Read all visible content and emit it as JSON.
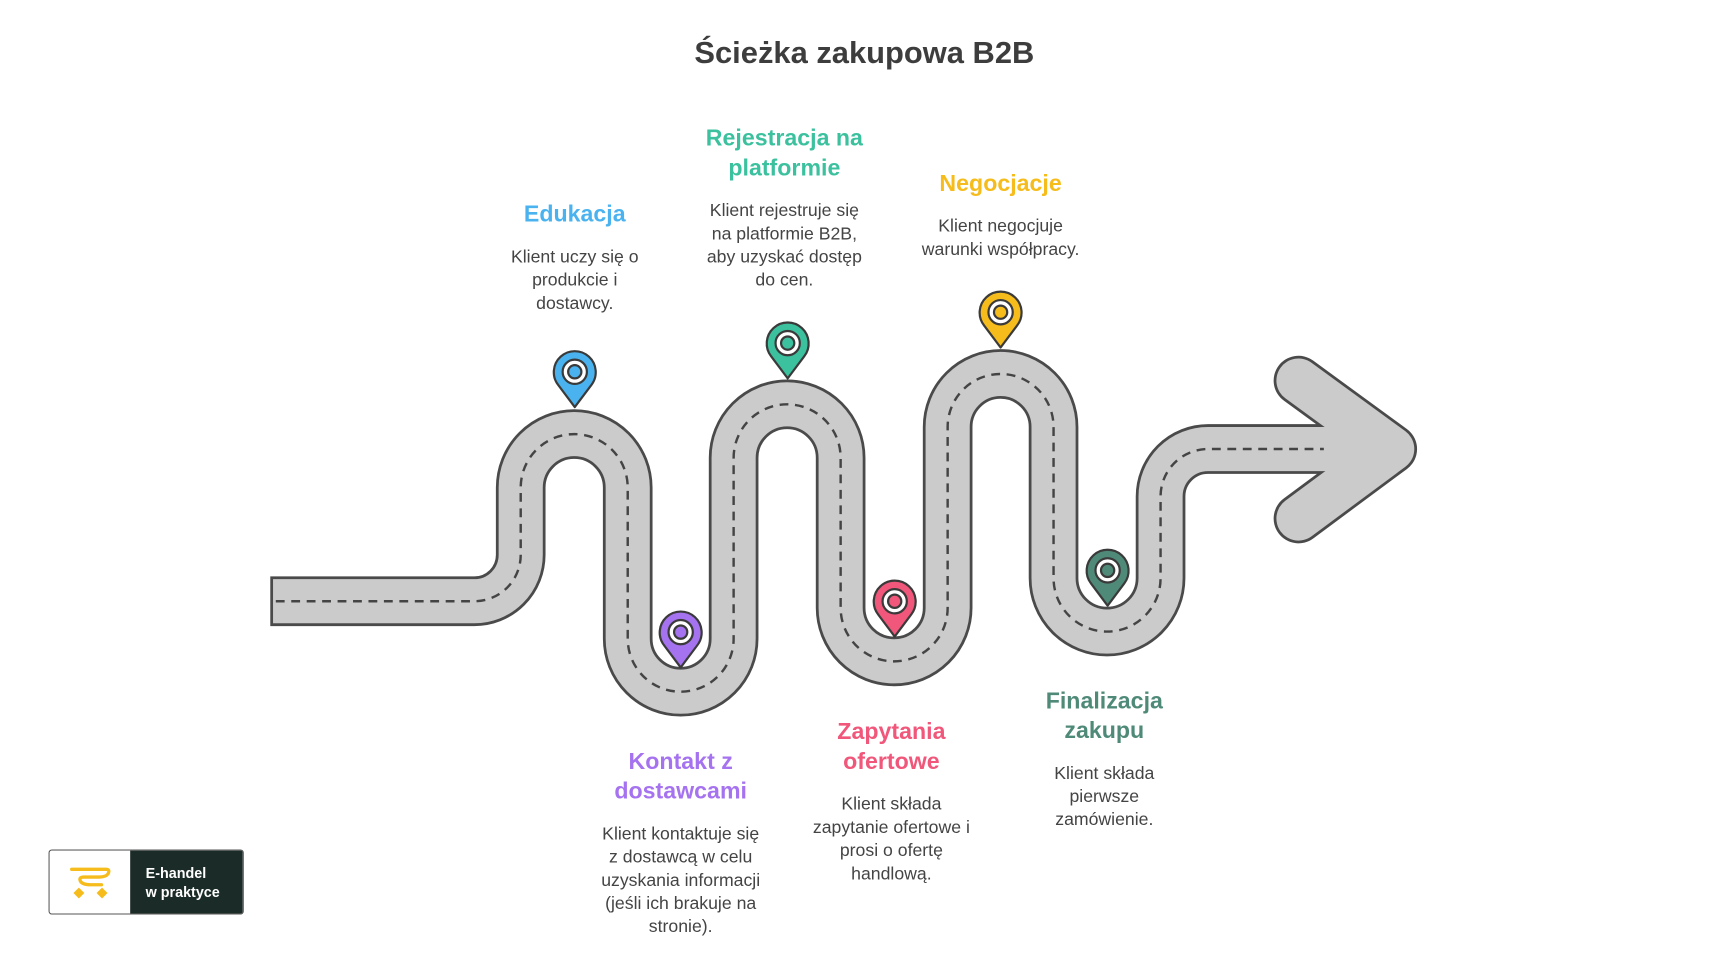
{
  "title": "Ścieżka zakupowa B2B",
  "steps": [
    {
      "heading": [
        "Edukacja"
      ],
      "description": [
        "Klient uczy się o",
        "produkcie i",
        "dostawcy."
      ],
      "color": "#4ab3ef"
    },
    {
      "heading": [
        "Kontakt z",
        "dostawcami"
      ],
      "description": [
        "Klient kontaktuje się",
        "z dostawcą w celu",
        "uzyskania informacji",
        "(jeśli ich brakuje na",
        "stronie)."
      ],
      "color": "#a673f0"
    },
    {
      "heading": [
        "Rejestracja na",
        "platformie"
      ],
      "description": [
        "Klient rejestruje się",
        "na platformie B2B,",
        "aby uzyskać dostęp",
        "do cen."
      ],
      "color": "#3cc19f"
    },
    {
      "heading": [
        "Zapytania",
        "ofertowe"
      ],
      "description": [
        "Klient składa",
        "zapytanie ofertowe i",
        "prosi o ofertę",
        "handlową."
      ],
      "color": "#f0577a"
    },
    {
      "heading": [
        "Negocjacje"
      ],
      "description": [
        "Klient negocjuje",
        "warunki współpracy."
      ],
      "color": "#f5bc1c"
    },
    {
      "heading": [
        "Finalizacja",
        "zakupu"
      ],
      "description": [
        "Klient składa",
        "pierwsze",
        "zamówienie."
      ],
      "color": "#4f8a78"
    }
  ],
  "logo": {
    "line1": "E-handel",
    "line2": "w praktyce",
    "accent": "#f5bc1c",
    "background": "#1b2b27"
  }
}
